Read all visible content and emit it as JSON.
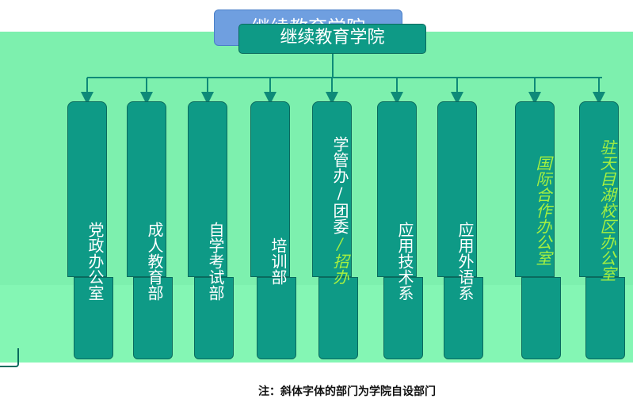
{
  "diagram": {
    "ghost_title": "继续教育学院",
    "root": {
      "label": "继续教育学院"
    },
    "departments": [
      {
        "id": "party-office",
        "label": "党政办公室",
        "self_established": false
      },
      {
        "id": "adult-education",
        "label": "成人教育部",
        "self_established": false
      },
      {
        "id": "self-study-exam",
        "label": "自学考试部",
        "self_established": false
      },
      {
        "id": "training",
        "label": "培训部",
        "self_established": false
      },
      {
        "id": "student-affairs",
        "label": "学管办/团委",
        "suffix": "/招办",
        "self_established": false
      },
      {
        "id": "applied-tech",
        "label": "应用技术系",
        "self_established": false
      },
      {
        "id": "applied-foreign-lang",
        "label": "应用外语系",
        "self_established": false
      },
      {
        "id": "international-office",
        "label": "国际合作办公室",
        "self_established": true
      },
      {
        "id": "tianmu-campus",
        "label": "驻天目湖校区办公室",
        "self_established": true
      }
    ],
    "note": "注：斜体字体的部门为学院自设部门",
    "colors": {
      "box": "#0e9a86",
      "normal_text": "#ffffff",
      "italic_text": "#a6f040",
      "background": "#7df0ae"
    }
  }
}
